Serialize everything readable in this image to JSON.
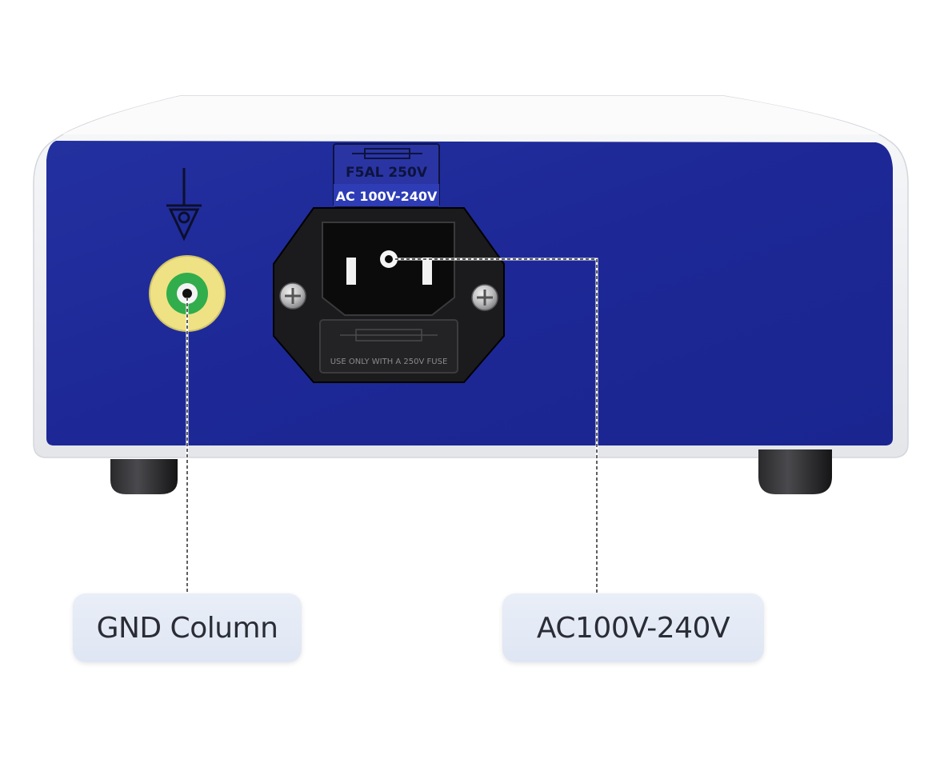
{
  "panel": {
    "fuse_rating": "F5AL 250V",
    "voltage_label": "AC 100V-240V",
    "fuse_drawer_text": "USE ONLY WITH A 250V FUSE"
  },
  "callouts": {
    "gnd": "GND Column",
    "ac": "AC100V-240V"
  },
  "colors": {
    "panel_blue": "#1f2a9c",
    "casing_white": "#f4f5f7",
    "socket_black": "#1b1b1d",
    "ground_yellow": "#f0e486",
    "ground_green": "#2fae4a"
  }
}
